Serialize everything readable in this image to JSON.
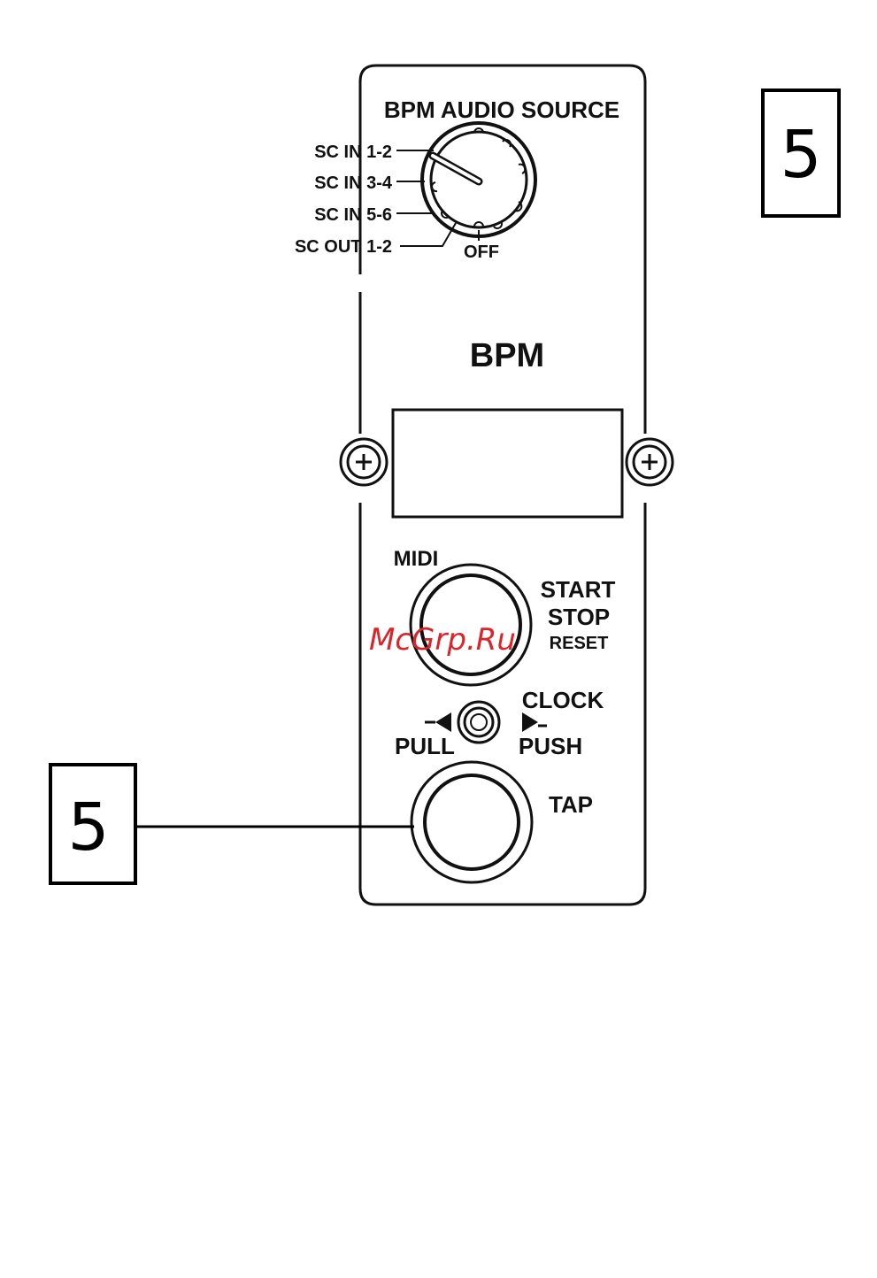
{
  "panel": {
    "source_title": "BPM AUDIO SOURCE",
    "source_options": [
      "SC IN 1-2",
      "SC IN 3-4",
      "SC IN 5-6",
      "SC OUT 1-2"
    ],
    "source_off_label": "OFF",
    "bpm_title": "BPM",
    "midi_label": "MIDI",
    "start_label": "START",
    "stop_label": "STOP",
    "reset_label": "RESET",
    "clock_label": "CLOCK",
    "pull_label": "PULL",
    "push_label": "PUSH",
    "tap_label": "TAP"
  },
  "callouts": {
    "top_right_number": "5",
    "left_number": "5"
  },
  "watermark": "McGrp.Ru"
}
